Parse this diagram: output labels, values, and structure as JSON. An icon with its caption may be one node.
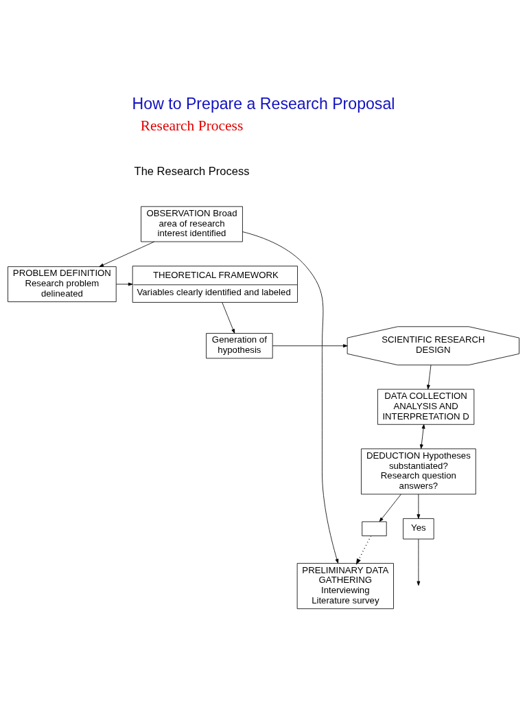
{
  "diagram": {
    "title": "How to Prepare a Research Proposal",
    "nodes": [
      {
        "text": [
          "OBSERVATION Broad area of research interest identified"
        ]
      },
      {
        "text": [
          "PROBLEM DEFINITION Research problem delineated"
        ]
      },
      {
        "text": [
          "THEORETICAL FRAMEWORK",
          "Variables clearly identified and labeled"
        ]
      },
      {
        "text": [
          "Generation of hypothesis"
        ]
      },
      {
        "text": [
          "SCIENTIFIC RESEARCH DESIGN"
        ]
      },
      {
        "text": [
          "DATA COLLECTION ANALYSIS AND INTERPRETATION D"
        ]
      },
      {
        "text": [
          "DEDUCTION Hypotheses substantiated? Research question answers?"
        ]
      },
      {
        "text": [
          "PRELIMINARY DATA GATHERING Interviewing Literature survey"
        ]
      },
      {
        "text": [
          "Yes"
        ]
      },
      {
        "text": [],
        "shape": "box"
      }
    ],
    "edges": [
      {
        "from": 0,
        "to": 7,
        "arrow": "to"
      },
      {
        "from": 0,
        "to": 1,
        "arrow": "to"
      },
      {
        "from": 1,
        "to": 2,
        "arrow": "to"
      },
      {
        "from": 2,
        "to": 3,
        "arrow": "to"
      },
      {
        "from": 3,
        "to": 4,
        "arrow": "to"
      },
      {
        "from": 4,
        "to": 5,
        "arrow": "to"
      },
      {
        "from": 5,
        "to": 6,
        "arrow": "both"
      },
      {
        "from": 6,
        "to": 9,
        "arrow": "to"
      },
      {
        "from": 6,
        "to": 8,
        "arrow": "to"
      },
      {
        "from": 9,
        "to": 7,
        "arrow": "to",
        "style": "dashed"
      },
      {
        "from": 8,
        "to": null,
        "arrow": "to"
      }
    ],
    "labels": [
      "Research Process",
      "The Research Process"
    ]
  }
}
